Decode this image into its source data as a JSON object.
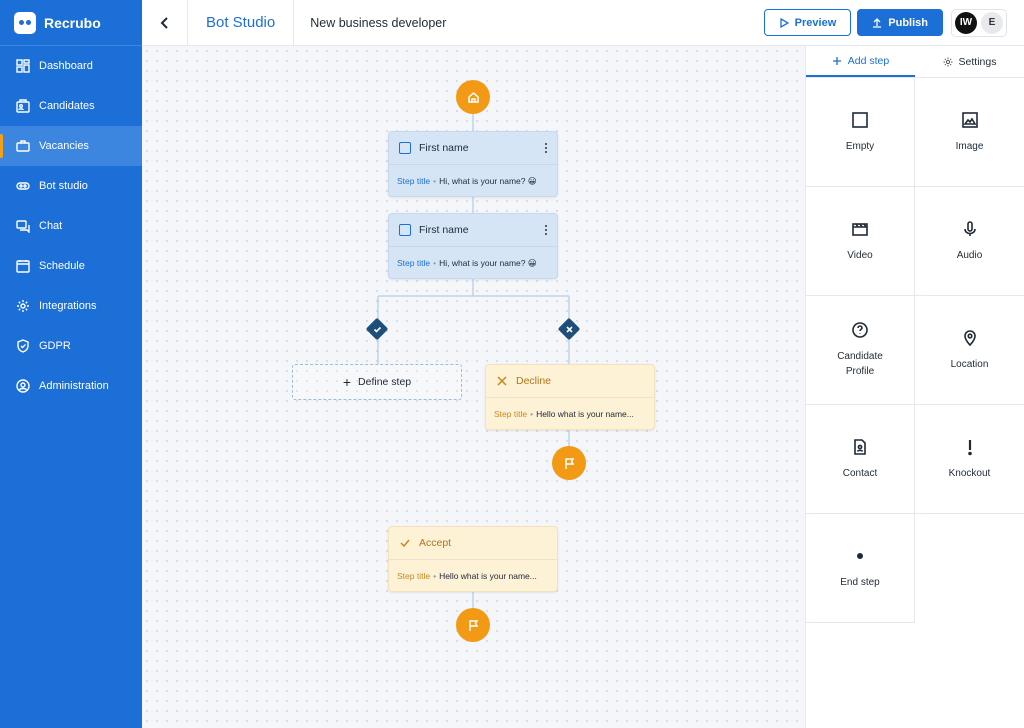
{
  "brand": {
    "name": "Recrubo"
  },
  "sidebar": {
    "items": [
      {
        "label": "Dashboard",
        "icon": "dashboard-icon"
      },
      {
        "label": "Candidates",
        "icon": "candidates-icon"
      },
      {
        "label": "Vacancies",
        "icon": "briefcase-icon",
        "active": true
      },
      {
        "label": "Bot studio",
        "icon": "bot-icon"
      },
      {
        "label": "Chat",
        "icon": "chat-icon"
      },
      {
        "label": "Schedule",
        "icon": "calendar-icon"
      },
      {
        "label": "Integrations",
        "icon": "gear-icon"
      },
      {
        "label": "GDPR",
        "icon": "shield-icon"
      },
      {
        "label": "Administration",
        "icon": "admin-icon"
      }
    ]
  },
  "header": {
    "title": "Bot Studio",
    "vacancy": "New business developer",
    "preview_label": "Preview",
    "publish_label": "Publish",
    "avatars": [
      "IW",
      "E"
    ]
  },
  "flow": {
    "cards": [
      {
        "title": "First name",
        "step_label": "Step title",
        "message": "Hi, what is your name? 😀"
      },
      {
        "title": "First name",
        "step_label": "Step title",
        "message": "Hi, what is your name? 😀"
      },
      {
        "title": "Decline",
        "step_label": "Step title",
        "message": "Hello what is your name..."
      },
      {
        "title": "Accept",
        "step_label": "Step title",
        "message": "Hello what is your name..."
      }
    ],
    "define_step_label": "Define step"
  },
  "panel": {
    "tabs": [
      {
        "label": "Add step",
        "icon": "plus-icon",
        "active": true
      },
      {
        "label": "Settings",
        "icon": "gear-icon"
      }
    ],
    "tiles": [
      {
        "label": "Empty",
        "icon": "square-icon"
      },
      {
        "label": "Image",
        "icon": "image-icon"
      },
      {
        "label": "Video",
        "icon": "video-icon"
      },
      {
        "label": "Audio",
        "icon": "microphone-icon"
      },
      {
        "label": "Candidate Profile",
        "icon": "question-icon"
      },
      {
        "label": "Location",
        "icon": "location-pin-icon"
      },
      {
        "label": "Contact",
        "icon": "contact-icon"
      },
      {
        "label": "Knockout",
        "icon": "exclamation-icon"
      },
      {
        "label": "End step",
        "icon": "dot-icon"
      }
    ]
  },
  "colors": {
    "primary": "#1c6fd6",
    "accent": "#f29a16",
    "decision": "#1d4f7a"
  }
}
